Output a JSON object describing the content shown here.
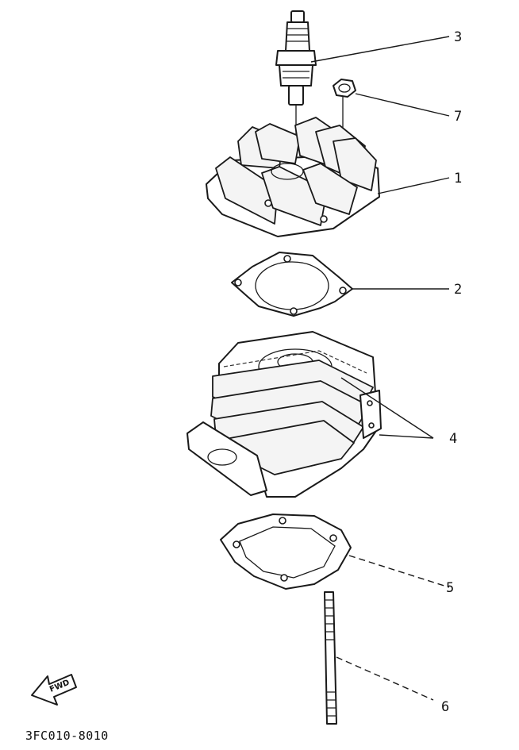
{
  "callouts": [
    {
      "id": "callout-1",
      "label": "1"
    },
    {
      "id": "callout-2",
      "label": "2"
    },
    {
      "id": "callout-3",
      "label": "3"
    },
    {
      "id": "callout-4",
      "label": "4"
    },
    {
      "id": "callout-5",
      "label": "5"
    },
    {
      "id": "callout-6",
      "label": "6"
    },
    {
      "id": "callout-7",
      "label": "7"
    }
  ],
  "direction_marker": {
    "label": "FWD",
    "icon": "forward-arrow-icon"
  },
  "diagram_code": "3FC010-8010"
}
